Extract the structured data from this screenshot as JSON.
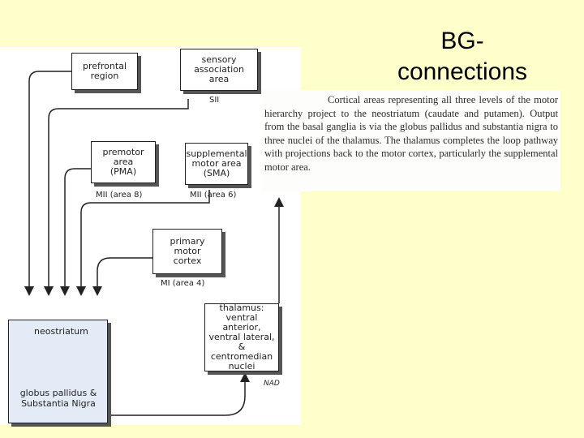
{
  "slide": {
    "title": "BG- connections"
  },
  "diagram": {
    "boxes": {
      "prefrontal": "prefrontal\nregion",
      "sensory": "sensory\nassociation\narea",
      "premotor": "premotor\narea\n(PMA)",
      "sma": "supplemental\nmotor area\n(SMA)",
      "primary": "primary\nmotor\ncortex",
      "thalamus": "thalamus:\nventral anterior,\nventral lateral,\n& centromedian\nnuclei",
      "neostriatum": "neostriatum",
      "gp": "globus pallidus &\nSubstantia Nigra"
    },
    "labels": {
      "sii": "SII",
      "mii_area8": "MII (area 8)",
      "mii_area6": "MII (area 6)",
      "mi_area4": "MI (area 4)",
      "signature": "NAD"
    }
  },
  "caption": {
    "text": "Cortical areas representing all three levels of the motor hierarchy project to the neostriatum (caudate and putamen). Output from the basal ganglia is via the globus pallidus and substantia nigra to three nuclei of the thalamus. The thalamus completes the loop pathway with projections back to the motor cortex, particularly the supplemental motor area."
  },
  "colors": {
    "slide_background": "#ffffcc",
    "striatum_fill": "#e3ecf6",
    "line": "#222222"
  }
}
